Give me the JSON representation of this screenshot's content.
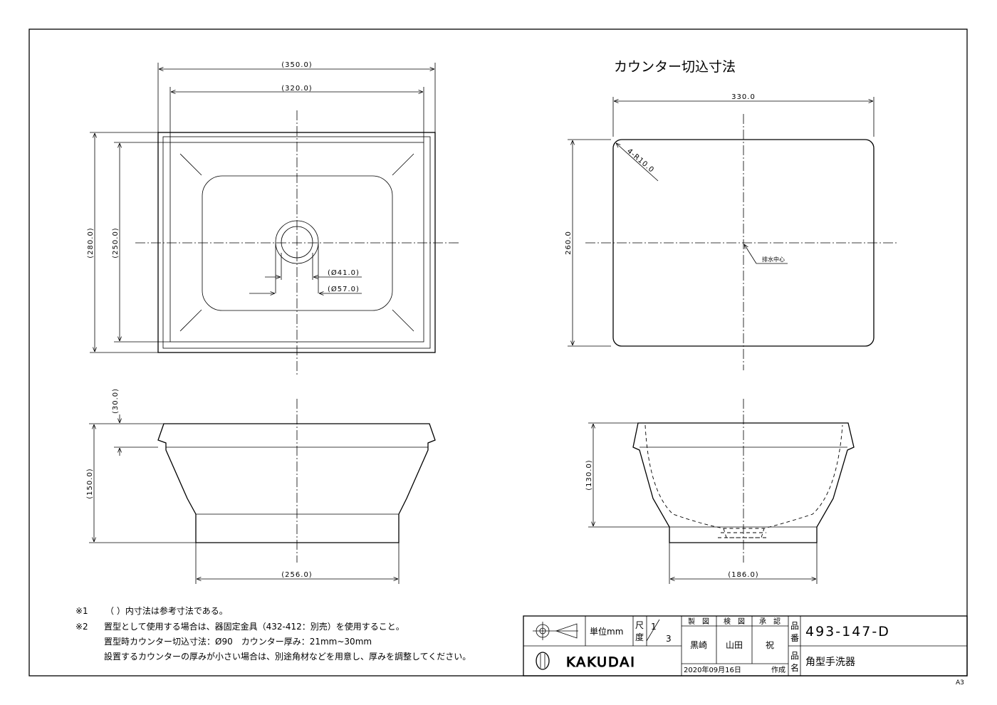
{
  "dims": {
    "top_outer_w": "(350.0)",
    "top_inner_w": "(320.0)",
    "top_outer_h": "(280.0)",
    "top_inner_h": "(250.0)",
    "drain_inner": "(Ø41.0)",
    "drain_outer": "(Ø57.0)",
    "rim_h": "(30.0)",
    "body_h": "(150.0)",
    "base_w": "(256.0)",
    "cut_w": "330.0",
    "cut_h": "260.0",
    "cut_radius": "4-R10.0",
    "drain_center": "排水中心",
    "side_h": "(130.0)",
    "side_base_w": "(186.0)"
  },
  "cutout_title": "カウンター切込寸法",
  "notes": {
    "mark1": "※1",
    "line1": "（ ）内寸法は参考寸法である。",
    "mark2": "※2",
    "line2": "置型として使用する場合は、器固定金具（432-412：別売）を使用すること。",
    "line3": "置型時カウンター切込寸法：Ø90　カウンター厚み：21mm~30mm",
    "line4": "設置するカウンターの厚みが小さい場合は、別途角材などを用意し、厚みを調整してください。"
  },
  "titleblock": {
    "unit_label": "単位mm",
    "scale_label_1": "尺",
    "scale_label_2": "度",
    "scale_num": "1",
    "scale_den": "3",
    "drawn_label": "製　図",
    "checked_label": "検　図",
    "approved_label": "承　認",
    "drawn_by": "黒崎",
    "checked_by": "山田",
    "approved_by": "祝",
    "date": "2020年09月16日",
    "date_suffix": "作成",
    "part_no_label_1": "品",
    "part_no_label_2": "番",
    "part_no": "493-147-D",
    "part_name_label_1": "品",
    "part_name_label_2": "名",
    "part_name": "角型手洗器",
    "logo": "KAKUDAI",
    "sheet_size": "A3"
  }
}
